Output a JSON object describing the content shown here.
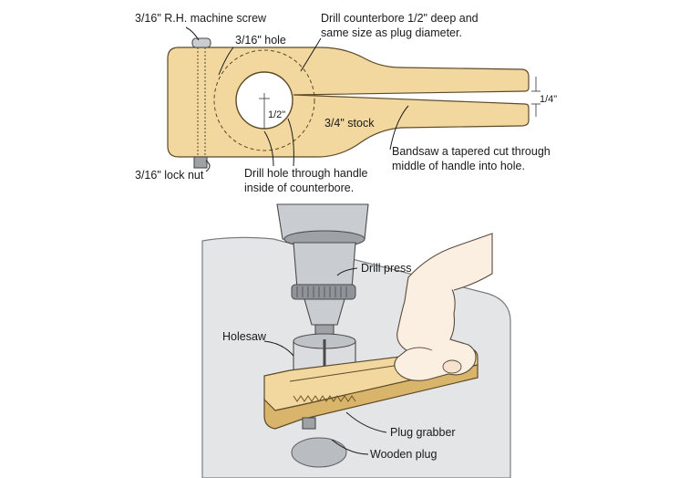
{
  "top_view": {
    "machine_screw": "3/16\" R.H. machine screw",
    "hole": "3/16\" hole",
    "counterbore_line1": "Drill counterbore 1/2\" deep and",
    "counterbore_line2": "same size as plug diameter.",
    "stock": "3/4\" stock",
    "hole_dim": "1/2\"",
    "slot_dim": "1/4\"",
    "bandsaw_line1": "Bandsaw a tapered cut through",
    "bandsaw_line2": "middle of handle into hole.",
    "lock_nut": "3/16\" lock nut",
    "drill_hole_line1": "Drill hole through handle",
    "drill_hole_line2": "inside of counterbore."
  },
  "scene_view": {
    "drill_press": "Drill press",
    "holesaw": "Holesaw",
    "plug_grabber": "Plug grabber",
    "wooden_plug": "Wooden plug"
  },
  "colors": {
    "wood": "#f2d79e",
    "wood_side": "#d9b56c",
    "metal": "#c9ccd0",
    "table": "#e4e5e7",
    "skin": "#fbefe2"
  }
}
